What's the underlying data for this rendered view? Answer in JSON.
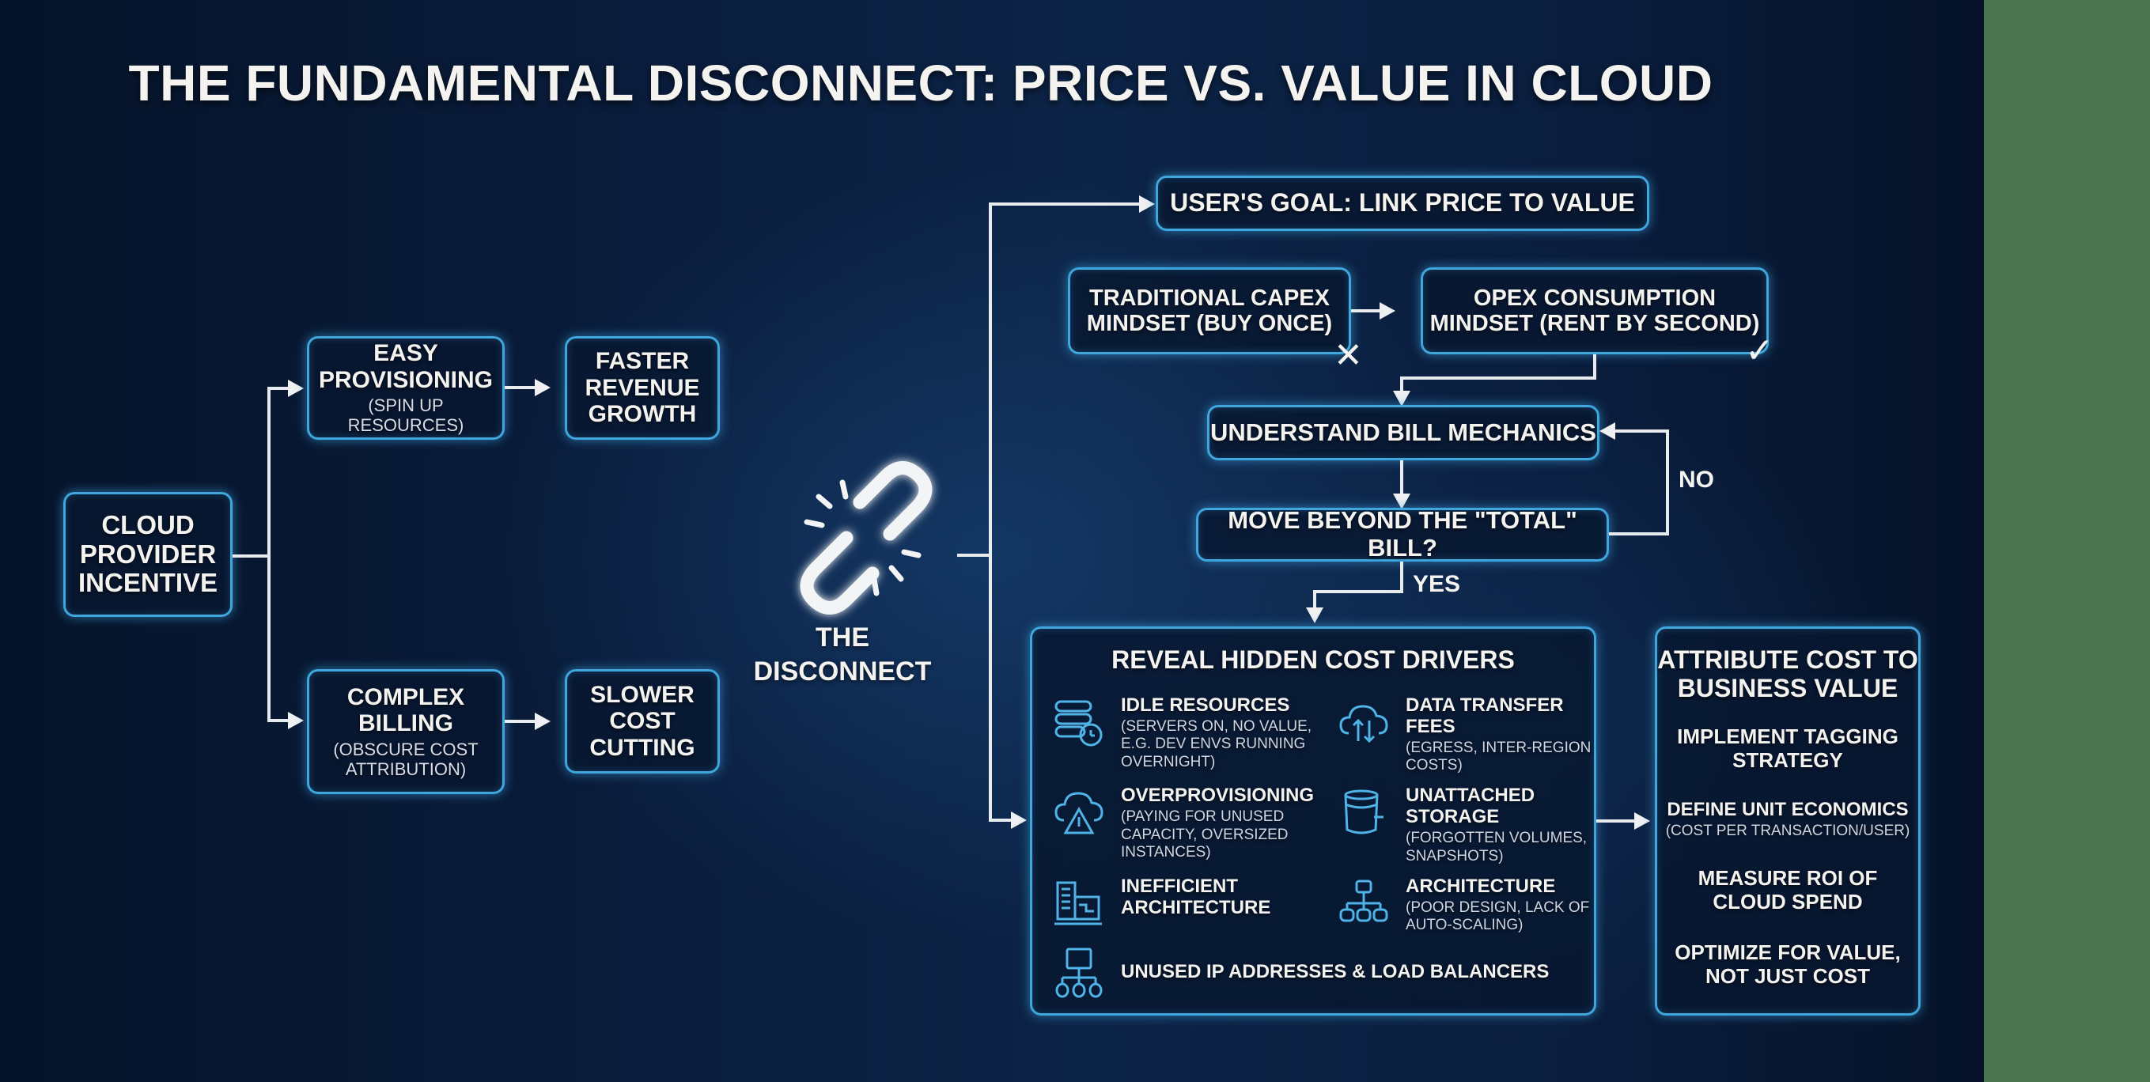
{
  "title": "THE FUNDAMENTAL DISCONNECT: PRICE VS. VALUE IN CLOUD",
  "colors": {
    "background": "#0a1d3d",
    "box_border": "#3fa6de",
    "text": "#f4f3ef",
    "connector": "#e9ecef",
    "right_margin": "#4a7350"
  },
  "left_flow": {
    "root": {
      "line1": "CLOUD",
      "line2": "PROVIDER",
      "line3": "INCENTIVE"
    },
    "upper": {
      "cause": {
        "line1": "EASY",
        "line2": "PROVISIONING",
        "sub": "(SPIN UP RESOURCES)"
      },
      "effect": {
        "line1": "FASTER",
        "line2": "REVENUE",
        "line3": "GROWTH"
      }
    },
    "lower": {
      "cause": {
        "line1": "COMPLEX",
        "line2": "BILLING",
        "sub1": "(OBSCURE COST",
        "sub2": "ATTRIBUTION)"
      },
      "effect": {
        "line1": "SLOWER",
        "line2": "COST",
        "line3": "CUTTING"
      }
    }
  },
  "center": {
    "icon": "broken-chain-icon",
    "label_line1": "THE",
    "label_line2": "DISCONNECT"
  },
  "right_flow": {
    "goal": "USER'S GOAL: LINK PRICE TO VALUE",
    "capex": {
      "line1": "TRADITIONAL CAPEX",
      "line2": "MINDSET (BUY ONCE)",
      "mark": "✕"
    },
    "opex": {
      "line1": "OPEX CONSUMPTION",
      "line2": "MINDSET (RENT BY SECOND)",
      "mark": "✓"
    },
    "understand": "UNDERSTAND BILL MECHANICS",
    "decision": "MOVE BEYOND THE \"TOTAL\" BILL?",
    "no_label": "NO",
    "yes_label": "YES"
  },
  "cost_drivers": {
    "title": "REVEAL HIDDEN COST DRIVERS",
    "items": [
      {
        "icon": "server-clock-icon",
        "title": "IDLE RESOURCES",
        "desc": "(SERVERS ON, NO VALUE, E.G. DEV ENVS RUNNING OVERNIGHT)"
      },
      {
        "icon": "cloud-transfer-icon",
        "title": "DATA TRANSFER FEES",
        "desc": "(EGRESS, INTER-REGION COSTS)"
      },
      {
        "icon": "cloud-warning-icon",
        "title": "OVERPROVISIONING",
        "desc": "(PAYING FOR UNUSED CAPACITY, OVERSIZED INSTANCES)"
      },
      {
        "icon": "storage-bucket-icon",
        "title": "UNATTACHED STORAGE",
        "desc": "(FORGOTTEN VOLUMES, SNAPSHOTS)"
      },
      {
        "icon": "building-blueprint-icon",
        "title": "INEFFICIENT ARCHITECTURE",
        "desc": ""
      },
      {
        "icon": "hierarchy-icon",
        "title": "ARCHITECTURE",
        "desc": "(POOR DESIGN, LACK OF AUTO-SCALING)"
      },
      {
        "icon": "network-icon",
        "title": "UNUSED IP ADDRESSES & LOAD BALANCERS",
        "desc": ""
      }
    ]
  },
  "value_panel": {
    "title_line1": "ATTRIBUTE COST TO",
    "title_line2": "BUSINESS VALUE",
    "items": [
      {
        "line1": "IMPLEMENT TAGGING",
        "line2": "STRATEGY",
        "sub": ""
      },
      {
        "line1": "DEFINE UNIT ECONOMICS",
        "line2": "",
        "sub": "(COST PER TRANSACTION/USER)"
      },
      {
        "line1": "MEASURE ROI OF",
        "line2": "CLOUD SPEND",
        "sub": ""
      },
      {
        "line1": "OPTIMIZE FOR VALUE,",
        "line2": "NOT JUST COST",
        "sub": ""
      }
    ]
  }
}
